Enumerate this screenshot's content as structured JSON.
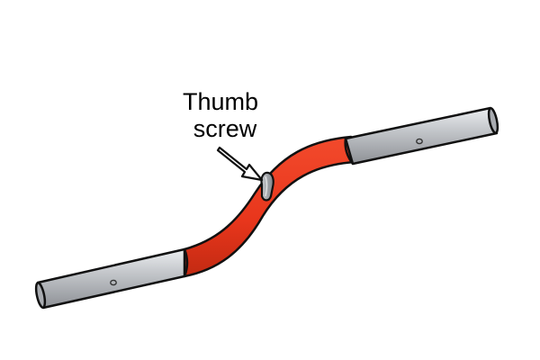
{
  "annotation": {
    "lines": [
      "Thumb",
      "screw"
    ]
  },
  "colors": {
    "background": "#ffffff",
    "tube_red": "#e8361c",
    "tube_red_shade": "#c22a12",
    "steel_light": "#d6d8dc",
    "steel_mid": "#b4b7bc",
    "steel_dark": "#8e9196",
    "outline": "#111111",
    "arrow_fill": "#ffffff",
    "screw_fill": "#9ea2a8"
  },
  "icons": {
    "left_handle": "steel-tube-end",
    "right_handle": "steel-tube-end",
    "bend": "curved-red-tube",
    "screw": "thumb-screw-icon",
    "pointer": "callout-arrow"
  }
}
